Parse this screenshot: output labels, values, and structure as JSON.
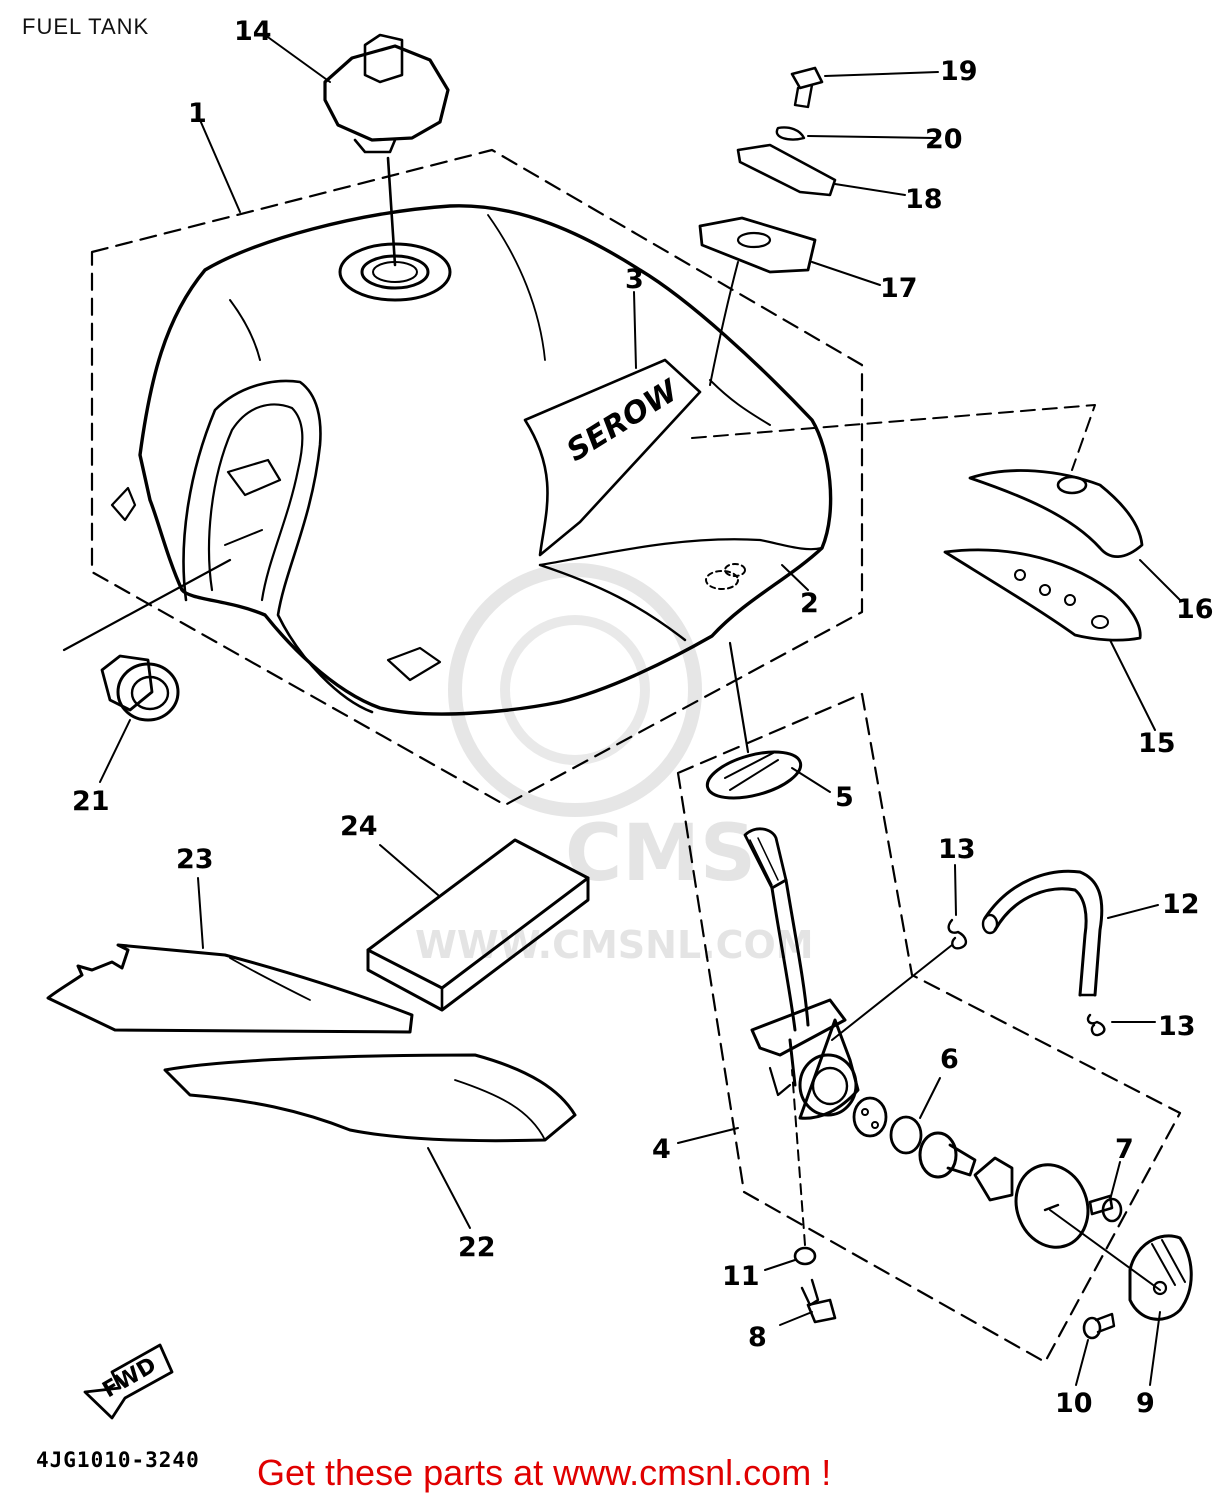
{
  "header": {
    "title": "FUEL TANK"
  },
  "footer": {
    "diagram_code": "4JG1010-3240",
    "promo": "Get these parts at www.cmsnl.com !"
  },
  "watermark": {
    "brand": "CMS",
    "url": "WWW.CMSNL.COM"
  },
  "tank": {
    "decal_text": "SEROW"
  },
  "direction_arrow": {
    "text": "FWD"
  },
  "callouts": {
    "c1": "1",
    "c2": "2",
    "c3": "3",
    "c4": "4",
    "c5": "5",
    "c6": "6",
    "c7": "7",
    "c8": "8",
    "c9": "9",
    "c10": "10",
    "c11": "11",
    "c12": "12",
    "c13a": "13",
    "c13b": "13",
    "c14": "14",
    "c15": "15",
    "c16": "16",
    "c17": "17",
    "c18": "18",
    "c19": "19",
    "c20": "20",
    "c21": "21",
    "c22": "22",
    "c23": "23",
    "c24": "24"
  }
}
